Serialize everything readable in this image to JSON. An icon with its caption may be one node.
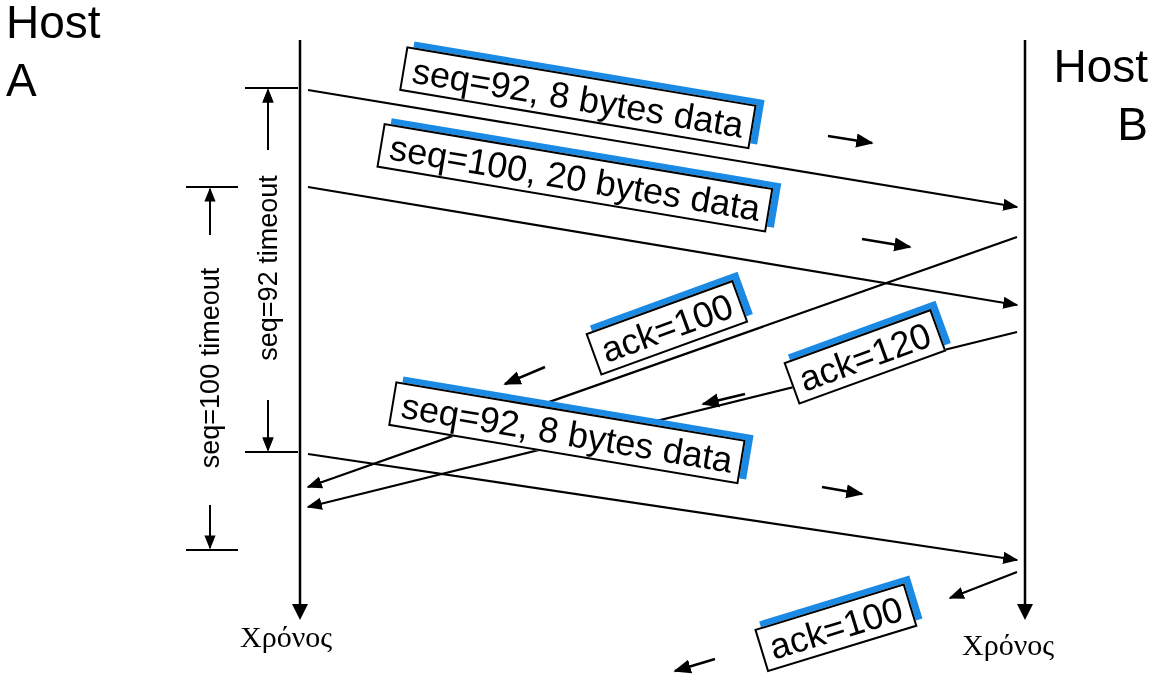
{
  "diagram": {
    "nodes": [
      {
        "text": [
          "Host A"
        ]
      },
      {
        "text": [
          "Host B"
        ]
      },
      {
        "text": [],
        "shape": "bar",
        "beside": [
          "Χρόνος"
        ]
      },
      {
        "text": [],
        "shape": "bar",
        "beside": [
          "Χρόνος"
        ]
      }
    ],
    "edges": [
      {
        "from": 2,
        "to": 3,
        "arrow": "to",
        "label": "seq=92, 8 bytes data"
      },
      {
        "from": 2,
        "to": 3,
        "arrow": "to",
        "label": "seq=100, 20 bytes data"
      },
      {
        "from": 3,
        "to": 2,
        "arrow": "to",
        "label": "ack=100"
      },
      {
        "from": 3,
        "to": 2,
        "arrow": "to",
        "label": "ack=120"
      },
      {
        "from": 2,
        "to": 3,
        "arrow": "to",
        "label": "seq=92, 8 bytes data"
      },
      {
        "from": 3,
        "to": null,
        "arrow": "to",
        "label": "ack=100"
      }
    ],
    "labels": [
      "seq=92 timeout",
      "seq=100 timeout"
    ]
  }
}
